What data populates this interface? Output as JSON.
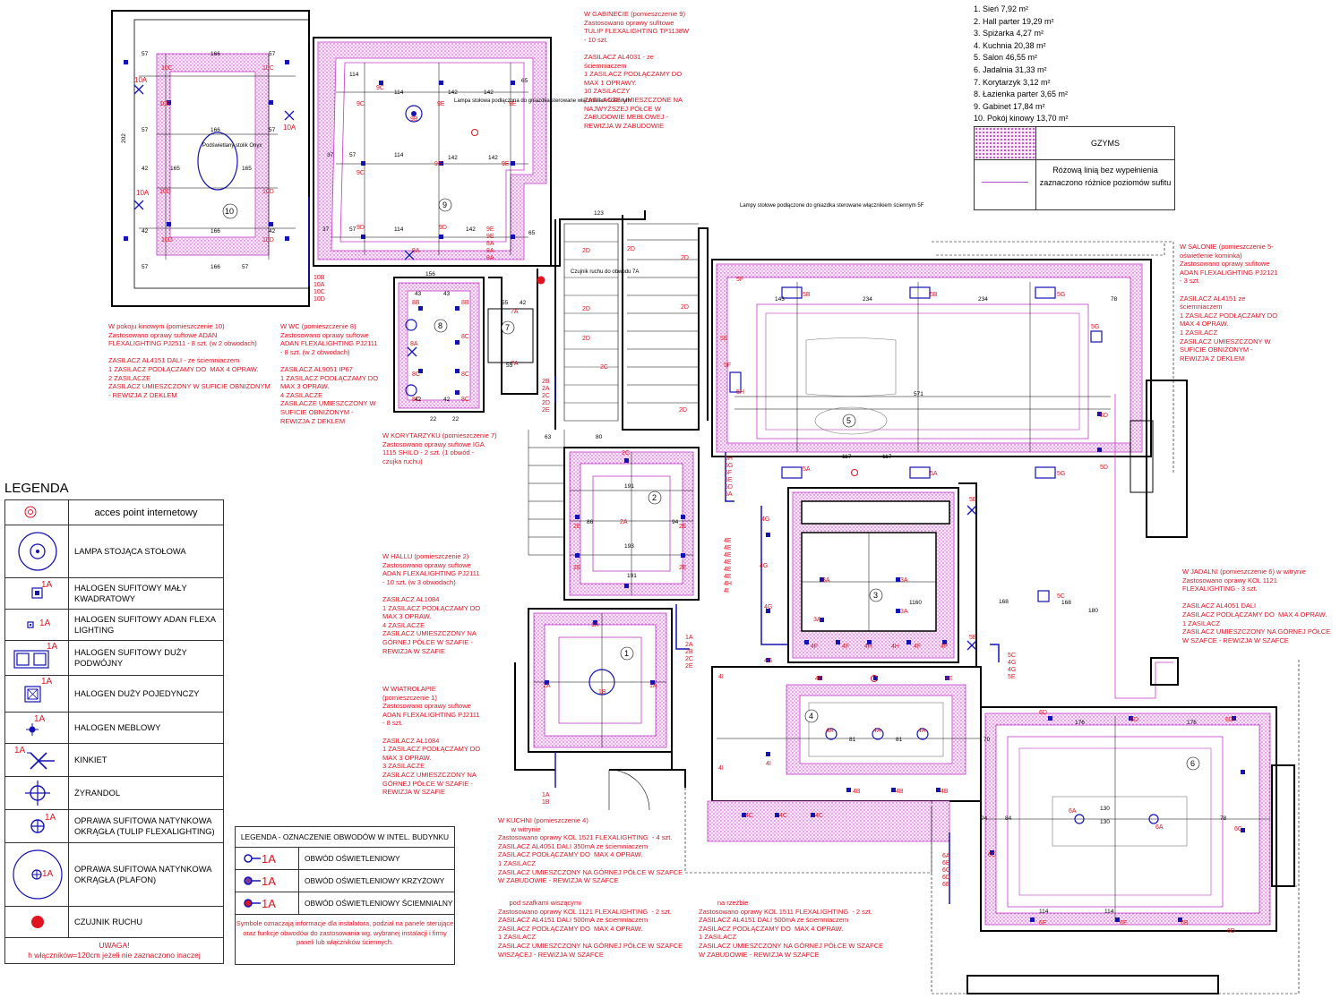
{
  "rooms_list": [
    "1. Sień 7,92 m²",
    "2. Hall parter 19,29 m²",
    "3. Spiżarka 4,27 m²",
    "4. Kuchnia 20,38 m²",
    "5. Salon 46,55 m²",
    "6. Jadalnia 31,33 m²",
    "7. Korytarzyk 3,12 m²",
    "8. Łazienka parter 3,65 m²",
    "9. Gabinet 17,84 m²",
    "10. Pokój kinowy 13,70 m²"
  ],
  "gzyms": {
    "title": "GZYMS",
    "note": "Różową linią bez wypełnienia zaznaczono różnice poziomów sufitu"
  },
  "legend": {
    "title": "LEGENDA",
    "items": [
      {
        "icon": "access-point-icon",
        "tag": "",
        "label": "acces point internetowy"
      },
      {
        "icon": "floor-lamp-icon",
        "tag": "",
        "label": "LAMPA STOJĄCA STOŁOWA"
      },
      {
        "icon": "small-halogen-icon",
        "tag": "1A",
        "label": "HALOGEN SUFITOWY MAŁY KWADRATOWY"
      },
      {
        "icon": "adan-halogen-icon",
        "tag": "1A",
        "label": "HALOGEN SUFITOWY ADAN FLEXA LIGHTING"
      },
      {
        "icon": "double-halogen-icon",
        "tag": "1A",
        "label": "HALOGEN SUFITOWY DUŻY PODWÓJNY"
      },
      {
        "icon": "single-halogen-icon",
        "tag": "1A",
        "label": "HALOGEN DUŻY POJEDYNCZY"
      },
      {
        "icon": "furniture-halogen-icon",
        "tag": "1A",
        "label": "HALOGEN MEBLOWY"
      },
      {
        "icon": "wall-lamp-icon",
        "tag": "1A",
        "label": "KINKIET"
      },
      {
        "icon": "chandelier-icon",
        "tag": "",
        "label": "ŻYRANDOL"
      },
      {
        "icon": "tulip-fixture-icon",
        "tag": "1A",
        "label": "OPRAWA SUFITOWA NATYNKOWA OKRĄGŁA (TULIP FLEXALIGHTING)"
      },
      {
        "icon": "plafon-icon",
        "tag": "1A",
        "label": "OPRAWA SUFITOWA NATYNKOWA OKRĄGŁA (PLAFON)"
      },
      {
        "icon": "motion-sensor-icon",
        "tag": "",
        "label": "CZUJNIK RUCHU"
      }
    ],
    "note_title": "UWAGA!",
    "note": "h włączników=120cm jeżeli nie zaznaczono inaczej"
  },
  "circuit_legend": {
    "title": "LEGENDA -  OZNACZENIE OBWODÓW W INTEL. BUDYNKU",
    "rows": [
      {
        "tag": "1A",
        "label": "OBWÓD OŚWIETLENIOWY"
      },
      {
        "tag": "1A",
        "label": "OBWÓD OŚWIETLENIOWY KRZYŻOWY"
      },
      {
        "tag": "1A",
        "label": "OBWÓD OŚWIETLENIOWY ŚCIEMNIALNY"
      }
    ],
    "note": "Symbole oznaczają informacje dla instalatora, podział na panele sterujące oraz funkcje obwodów do zastosowania wg. wybranej instalacji i firmy paneli lub włączników ściennych."
  },
  "annotations": {
    "gabinet": "W GABINECIE (pomieszczenie 9)\nZastosowano oprawy sufitowe\nTULIP FLEXALIGHTING TP1138W\n- 10 szt.\n\nZASILACZ AL4031 - ze\nściemniaczem\n1 ZASILACZ PODŁĄCZAMY DO\nMAX 1 OPRAWY.\n10 ZASILACZY\nZASILACZE UMIESZCZONE NA\nNAJWYŻSZEJ PÓŁCE W\nZABUDOWIE MEBLOWEJ -\nREWIZJA W ZABUDOWIE",
    "salon": "W SALONIE (pomieszczenie 5-\noświetlenie kominka)\nZastosowano oprawy sufitowe\nADAN FLEXALIGHTING PJ2121\n- 3 szt.\n\nZASILACZ AL4151 ze\nściemniaczem\n1 ZASILACZ PODŁĄCZAMY DO\nMAX 4 OPRAW.\n1 ZASILACZ\nZASILACZ UMIESZCZONY W\nSUFICIE OBNIŻONYM -\nREWIZJA Z DEKLEM",
    "kinowy": "W pokoju kinowym (pomieszczenie 10)\nZastosowano oprawy suftowe ADAN\nFLEXALIGHTING PJ2511 - 8 szt. (w 2 obwodach)\n\nZASILACZ AL4151 DALI - ze ściemniaczem\n1 ZASILACZ PODŁĄCZAMY DO  MAX 4 OPRAW.\n2 ZASILACZE\nZASILACZ UMIESZCZONY W SUFICIE OBNIŻONYM\n- REWIZJA Z DEKLEM",
    "wc": "W WC (pomieszczenie 8)\nZastosowano oprawy suftowe\nADAN FLEXALIGHTING PJ2111\n- 8 szt. (w 2 obwodach)\n\nZASILACZ AL9051 IP67\n1 ZASILACZ PODŁĄCZAMY DO\nMAX 3 OPRAW.\n4 ZASILACZE\nZASILACZE UMIESZCZONY W\nSUFICIE OBNIŻONYM -\nREWIZJA Z DEKLEM",
    "korytarzyk": "W KORYTARZYKU (pomieszczenie 7)\nZastosowano oprawy suftowe IGA\n1115 SHILO - 2 szt. (1 obwód -\nczujka ruchu)",
    "hall": "W HALLU (pomieszczenie 2)\nZastosowano oprawy suftowe\nADAN FLEXALIGHTING PJ2111\n- 10 szt. (w 3 obwodach)\n\nZASILACZ AL1084\n1 ZASILACZ PODŁĄCZAMY DO\nMAX 3 OPRAW.\n4 ZASILACZE\nZASILACZ UMIESZCZONY NA\nGÓRNEJ PÓŁCE W SZAFIE -\nREWIZJA W SZAFIE",
    "wiatrolap": "W WIATROŁAPIE\n(pomieszczenie 1)\nZastosowano oprawy suftowe\nADAN FLEXALIGHTING PJ2111\n- 8 szt.\n\nZASILACZ AL1084\n1 ZASILACZ PODŁĄCZAMY DO\nMAX 3 OPRAW.\n3 ZASILACZE\nZASILACZ UMIESZCZONY NA\nGÓRNEJ PÓŁCE W SZAFIE -\nREWIZJA W SZAFIE",
    "jadalnia": "W JADALNI (pomieszczenie 6) w witrynie\nZastosowano oprawy KOL 1121\nFLEXALIGHTING - 3 szt.\n\nZASILACZ AL4051 DALI\nZASILACZ PODŁĄCZAMY DO  MAX 4 OPRAW.\n1 ZASILACZ\nZASILACZ UMIESZCZONY NA GÓRNEJ PÓŁCE\nW SZAFCE - REWIZJA W SZAFCE",
    "kuchnia_witryna": "W KUCHNI (pomieszczenie 4)\n       w witrynie\nZastosowano oprawy KOL 1521 FLEXALIGHTING  - 4 szt.\nZASILACZ AL4051 DALI 350mA ze ściemniaczem\nZASILACZ PODŁĄCZAMY DO  MAX 4 OPRAW.\n1 ZASILACZ\nZASILACZ UMIESZCZONY NA GÓRNEJ PÓŁCE W SZAFCE\nW ZABUDOWIE - REWIZJA W SZAFCE",
    "kuchnia_wiszace": "      pod szafkami wiszącymi\nZastosowano oprawy KOL 1121 FLEXALIGHTING  - 2 szt.\nZASILACZ AL4151 DALI 500mA ze ściemniaczem\nZASILACZ PODŁĄCZAMY DO  MAX 4 OPRAW.\n1 ZASILACZ\nZASILACZ UMIESZCZONY NA GÓRNEJ PÓŁCE W SZAFCE\nWISZĄCEJ - REWIZJA W SZAFCE",
    "kuchnia_rzezba": "          na rzeźbie\nZastosowano oprawy KOL 1511 FLEXALIGHTING  - 2 szt.\nZASILACZ AL4151 DALI 500mA ze ściemniaczem\nZASILACZ PODŁĄCZAMY DO  MAX 4 OPRAW.\n1 ZASILACZ\nZASILACZ UMIESZCZONY NA GÓRNEJ PÓŁCE W SZAFCE\nW ZABUDOWIE - REWIZJA W SZAFCE",
    "lampy_stolowe_9": "Lampa stołowa podłączona\ndo gniazdka sterowane\nwłącznikiem ściennym",
    "lampy_stolowe_5": "Lampy stołowe podłączone do\ngniazdka sterowane włącznikiem\nściennym 5F",
    "czujnik_7": "Czujnik ruchu\ndo obwodu 7A",
    "stolik": "Podświetlany\nstolik Onyx"
  },
  "room_numbers": [
    "1",
    "2",
    "3",
    "4",
    "5",
    "6",
    "7",
    "8",
    "9",
    "10"
  ],
  "colors": {
    "red": "#e0141e",
    "blue": "#1212b5",
    "pink": "#c239c9",
    "wall": "#000000"
  }
}
